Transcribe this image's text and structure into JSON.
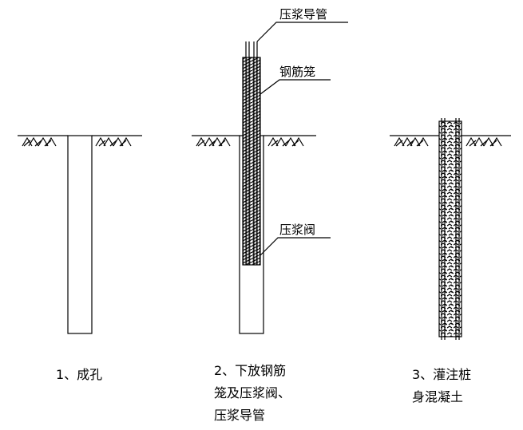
{
  "labels": {
    "grout_pipe": "压浆导管",
    "rebar_cage": "钢筋笼",
    "grout_valve": "压浆阀"
  },
  "steps": [
    {
      "lines": [
        "1、成孔"
      ]
    },
    {
      "lines": [
        "2、下放钢筋",
        "笼及压浆阀、",
        "压浆导管"
      ]
    },
    {
      "lines": [
        "3、灌注桩",
        "身混凝土"
      ]
    }
  ],
  "colors": {
    "line": "#000000",
    "background": "#ffffff"
  }
}
